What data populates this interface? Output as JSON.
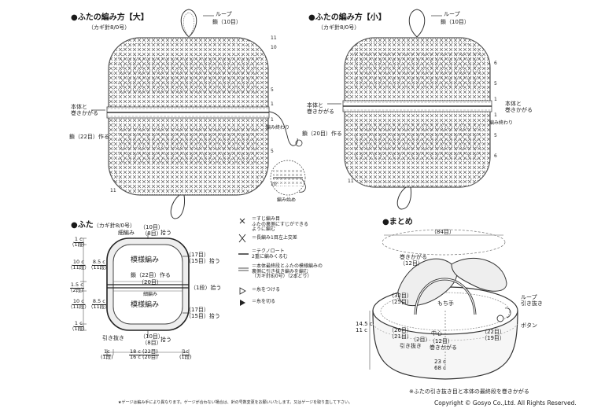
{
  "large_lid": {
    "title": "●ふたの編み方【大】",
    "hook": "（カギ針8/0号）",
    "loop": "ループ",
    "loop_count": "鎖（10目）",
    "join_label": "本体と\n巻きかがる",
    "start_chain": "鎖（22目）作る",
    "finish_label": "編み終わり",
    "start_label": "編み始め",
    "row_numbers": [
      "11",
      "10",
      "5",
      "1",
      "1",
      "5",
      "10",
      "11"
    ]
  },
  "small_lid": {
    "title": "●ふたの編み方【小】",
    "hook": "（カギ針8/0号）",
    "loop": "ループ",
    "loop_count": "鎖（10目）",
    "join_label_left": "本体と\n巻きかがる",
    "join_label_right": "本体と\n巻きかがる",
    "start_chain": "鎖（20目）作る",
    "finish_label": "編み終わり",
    "row_numbers": [
      "6",
      "5",
      "1",
      "1",
      "5",
      "6",
      "11"
    ]
  },
  "lid_schematic": {
    "title": "●ふた",
    "hook": "（カギ針8/0号）",
    "top_label": "細編み",
    "top_count": "（10目）\n（8目）",
    "top_action": "拾う",
    "pattern_label": "模様編み",
    "chain_count": "鎖（22目）作る",
    "chain_sub": "（20目）",
    "center_label": "細編み",
    "bottom_count": "（10目）\n（8目）",
    "bottom_action": "拾う",
    "side_pick_1": "（17目）\n（15目）拾う",
    "side_pick_2": "（17目）\n（15目）拾う",
    "side_row": "（1段）拾う",
    "bind_off": "引き抜き",
    "dims_left": [
      {
        "top": "1 c",
        "bottom": "（1段）"
      },
      {
        "top": "10 c",
        "bottom": "（11段）",
        "alt_top": "8.5 c",
        "alt_bottom": "（11段）"
      },
      {
        "top": "1.5 c",
        "bottom": "（2段）"
      },
      {
        "top": "10 c",
        "bottom": "（11段）",
        "alt_top": "8.5 c",
        "alt_bottom": "（11段）"
      },
      {
        "top": "1 c",
        "bottom": "（1段）"
      }
    ],
    "dims_bottom": [
      {
        "top": "1c",
        "bottom": "(1段)"
      },
      {
        "top": "18 c (22目)",
        "bottom": "16 c (20目)"
      },
      {
        "top": "1c",
        "bottom": "(1段)"
      }
    ]
  },
  "legend": {
    "items": [
      {
        "symbol": "×",
        "text": "＝すじ編み目\nふたの裏側にすじができる\nように編む"
      },
      {
        "symbol": "⋈",
        "text": "＝長編み1目左上交差"
      },
      {
        "symbol": "—",
        "text": "＝テクノロート\n2重に編みくるむ"
      },
      {
        "symbol": "=",
        "text": "＝本体最終段とふたの模様編みの\n裏側に引き抜き編みを編む\n（カギ針8/0号）（2本どり）"
      },
      {
        "symbol": "▷",
        "text": "＝糸をつける"
      },
      {
        "symbol": "▶",
        "text": "＝糸を切る"
      }
    ]
  },
  "assembly": {
    "title": "●まとめ",
    "top_count": "（84目）",
    "join_label": "巻きかがる\n（12目）",
    "handle": "もち手",
    "loop": "ループ\n引き抜き",
    "button": "ボタン",
    "height": "14.5 c\n11 c",
    "rows_32": "（32目）\n（25目）",
    "rows_26": "（26目）\n（21目）",
    "rows_22": "（22目）\n（19目）",
    "center": "中心",
    "join2": "（12目）\n巻きかがる",
    "bind": "引き抜き",
    "rows_2": "（2目）",
    "bottom": "23 c\n68 c",
    "note": "※ふたの引き抜き目と本体の最終段を巻きかがる"
  },
  "footer": {
    "note": "★ゲージは編み手により異なります。ゲージが合わない場合は、針の号数変更をお願いいたします。又はゲージを取り直して下さい。",
    "copyright": "Copyright © Gosyo Co.,Ltd. All Rights Reserved."
  }
}
